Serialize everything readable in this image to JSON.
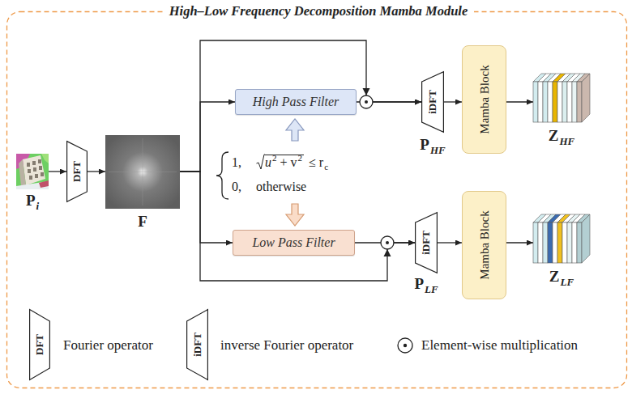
{
  "diagram": {
    "title": "High–Low Frequency Decomposition Mamba Module",
    "nodes": [
      {
        "text": [
          "P",
          "i"
        ]
      },
      {
        "text": [
          "DFT"
        ]
      },
      {
        "text": [
          "F"
        ]
      },
      {
        "text": [
          "High Pass Filter"
        ]
      },
      {
        "text": [
          "Low Pass Filter"
        ]
      },
      {
        "text": [
          "iDFT",
          "P",
          "HF"
        ]
      },
      {
        "text": [
          "Mamba Block"
        ]
      },
      {
        "text": [
          "Z",
          "HF"
        ]
      },
      {
        "text": [
          "iDFT",
          "P",
          "LF"
        ]
      },
      {
        "text": [
          "Mamba Block"
        ]
      },
      {
        "text": [
          "Z",
          "LF"
        ]
      }
    ],
    "edges": [
      {
        "from": 0,
        "to": 1,
        "arrow": "to"
      },
      {
        "from": 1,
        "to": 2,
        "arrow": "to"
      },
      {
        "from": 2,
        "to": 3,
        "arrow": "to"
      },
      {
        "from": 2,
        "to": 4,
        "arrow": "to"
      },
      {
        "from": 3,
        "to": 5,
        "arrow": "to"
      },
      {
        "from": 2,
        "to": 5,
        "arrow": "to"
      },
      {
        "from": 4,
        "to": 8,
        "arrow": "to"
      },
      {
        "from": 2,
        "to": 8,
        "arrow": "to"
      },
      {
        "from": 5,
        "to": 6,
        "arrow": "to"
      },
      {
        "from": 6,
        "to": 7,
        "arrow": "to"
      },
      {
        "from": 8,
        "to": 9,
        "arrow": "to"
      },
      {
        "from": 9,
        "to": 10,
        "arrow": "to"
      }
    ],
    "labels": [
      "1,",
      "u",
      "2",
      "+ v",
      "2",
      "≤ r",
      "c",
      "0,",
      "otherwise",
      "DFT",
      "iDFT"
    ],
    "legend": [
      {
        "text": "Fourier operator"
      },
      {
        "text": "inverse Fourier operator"
      },
      {
        "text": "Element-wise multiplication"
      }
    ]
  }
}
